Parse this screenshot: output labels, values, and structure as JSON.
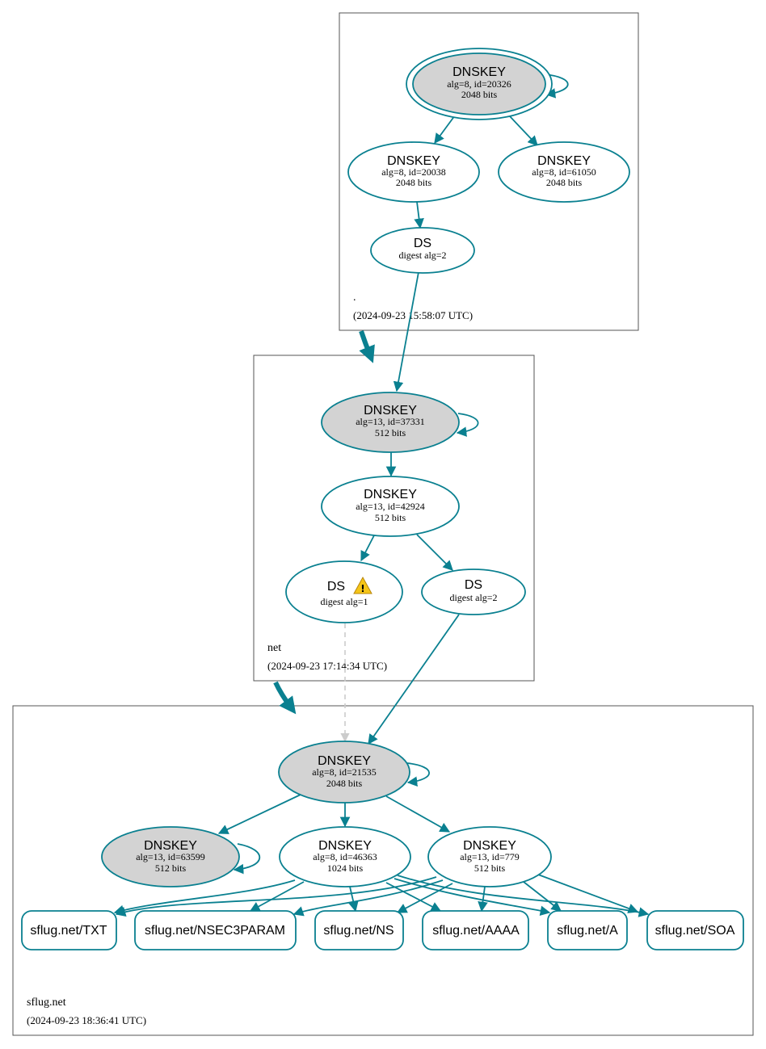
{
  "zones": {
    "root": {
      "name": ".",
      "timestamp": "(2024-09-23 15:58:07 UTC)",
      "ksk": {
        "title": "DNSKEY",
        "line1": "alg=8, id=20326",
        "line2": "2048 bits"
      },
      "zsk1": {
        "title": "DNSKEY",
        "line1": "alg=8, id=20038",
        "line2": "2048 bits"
      },
      "zsk2": {
        "title": "DNSKEY",
        "line1": "alg=8, id=61050",
        "line2": "2048 bits"
      },
      "ds": {
        "title": "DS",
        "line1": "digest alg=2"
      }
    },
    "net": {
      "name": "net",
      "timestamp": "(2024-09-23 17:14:34 UTC)",
      "ksk": {
        "title": "DNSKEY",
        "line1": "alg=13, id=37331",
        "line2": "512 bits"
      },
      "zsk": {
        "title": "DNSKEY",
        "line1": "alg=13, id=42924",
        "line2": "512 bits"
      },
      "ds1": {
        "title": "DS",
        "line1": "digest alg=1",
        "warning": true
      },
      "ds2": {
        "title": "DS",
        "line1": "digest alg=2"
      }
    },
    "sflug": {
      "name": "sflug.net",
      "timestamp": "(2024-09-23 18:36:41 UTC)",
      "ksk": {
        "title": "DNSKEY",
        "line1": "alg=8, id=21535",
        "line2": "2048 bits"
      },
      "key63599": {
        "title": "DNSKEY",
        "line1": "alg=13, id=63599",
        "line2": "512 bits"
      },
      "key46363": {
        "title": "DNSKEY",
        "line1": "alg=8, id=46363",
        "line2": "1024 bits"
      },
      "key779": {
        "title": "DNSKEY",
        "line1": "alg=13, id=779",
        "line2": "512 bits"
      },
      "rrsets": [
        {
          "label": "sflug.net/TXT"
        },
        {
          "label": "sflug.net/NSEC3PARAM"
        },
        {
          "label": "sflug.net/NS"
        },
        {
          "label": "sflug.net/AAAA"
        },
        {
          "label": "sflug.net/A"
        },
        {
          "label": "sflug.net/SOA"
        }
      ]
    }
  },
  "colors": {
    "edge": "#0a8090",
    "secure_entry_fill": "#d3d3d3",
    "node_fill": "#ffffff",
    "insecure_edge": "#cccccc",
    "warning": "#f5c518"
  }
}
